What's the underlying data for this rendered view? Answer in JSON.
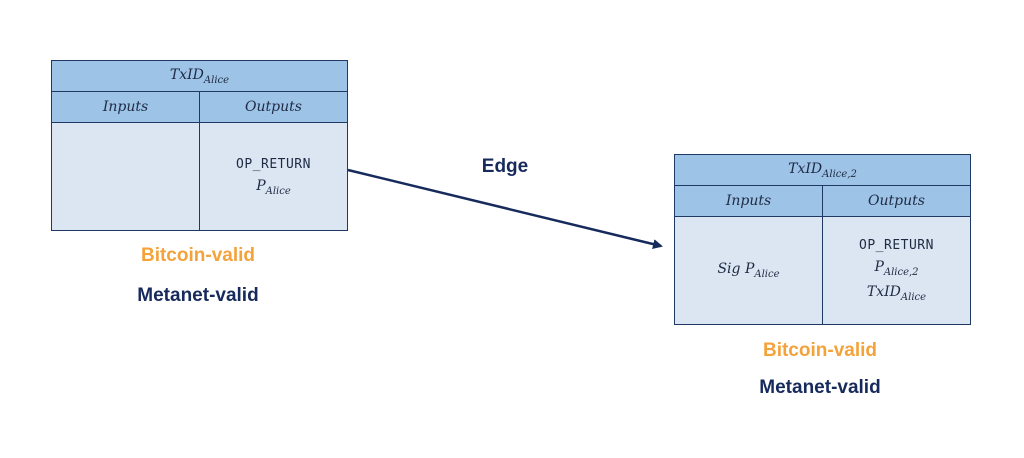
{
  "tx1": {
    "header": {
      "base": "TxID",
      "sub": "Alice"
    },
    "inputs_label": "Inputs",
    "outputs_label": "Outputs",
    "outputs": {
      "op_return": "OP_RETURN",
      "p": {
        "base": "P",
        "sub": "Alice"
      }
    },
    "bitcoin_valid": "Bitcoin-valid",
    "metanet_valid": "Metanet-valid"
  },
  "edge": {
    "label": "Edge"
  },
  "tx2": {
    "header": {
      "base": "TxID",
      "sub": "Alice,2"
    },
    "inputs_label": "Inputs",
    "outputs_label": "Outputs",
    "inputs": {
      "sig_prefix": "Sig ",
      "p": {
        "base": "P",
        "sub": "Alice"
      }
    },
    "outputs": {
      "op_return": "OP_RETURN",
      "p": {
        "base": "P",
        "sub": "Alice,2"
      },
      "txid": {
        "base": "TxID",
        "sub": "Alice"
      }
    },
    "bitcoin_valid": "Bitcoin-valid",
    "metanet_valid": "Metanet-valid"
  },
  "colors": {
    "header_fill": "#9dc3e6",
    "body_fill": "#dce6f2",
    "border": "#1f3864",
    "bitcoin_valid": "#f4a23a",
    "metanet_valid": "#162a5c",
    "edge": "#162a5c"
  }
}
